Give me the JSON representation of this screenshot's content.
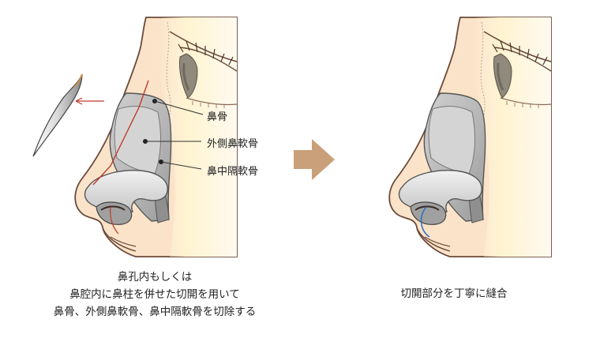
{
  "left_panel": {
    "labels": {
      "nasal_bone": "鼻骨",
      "lateral_nasal_cartilage": "外側鼻軟骨",
      "septal_cartilage": "鼻中隔軟骨"
    },
    "caption": [
      "鼻孔内もしくは",
      "鼻腔内に鼻柱を併せた切開を用いて",
      "鼻骨、外側鼻軟骨、鼻中隔軟骨を切除する"
    ]
  },
  "right_panel": {
    "caption": "切開部分を丁寧に縫合"
  },
  "colors": {
    "skin": "#fbe3c9",
    "face_glow": "#fff6d8",
    "cartilage": "#b9b9b9",
    "cartilage_light": "#e4e4e4",
    "incision_red": "#c0392b",
    "suture_blue": "#2f74c0",
    "arrow_tan": "#c9a07a",
    "outline": "#6b4a3a"
  }
}
